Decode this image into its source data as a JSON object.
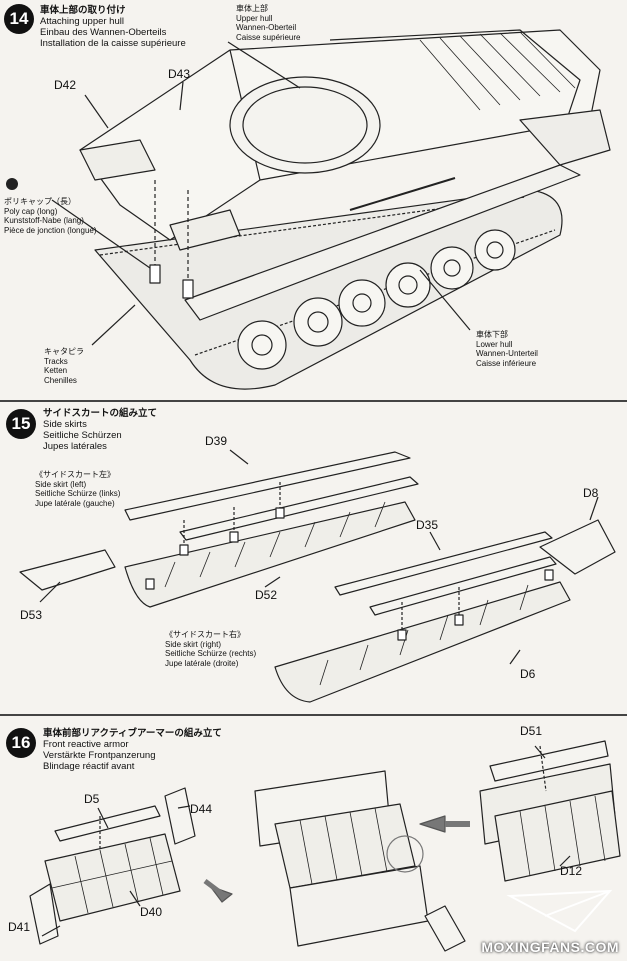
{
  "steps": [
    {
      "number": "14",
      "title_ja": "車体上部の取り付け",
      "title_en": "Attaching upper hull",
      "title_de": "Einbau des Wannen-Oberteils",
      "title_fr": "Installation de la caisse supérieure",
      "part_labels": [
        "D42",
        "D43"
      ],
      "upper_hull": {
        "ja": "車体上部",
        "en": "Upper hull",
        "de": "Wannen-Oberteil",
        "fr": "Caisse supérieure"
      },
      "poly_cap": {
        "ja": "ポリキャップ（長）",
        "en": "Poly cap (long)",
        "de": "Kunststoff-Nabe (lang)",
        "fr": "Pièce de jonction (longue)"
      },
      "tracks": {
        "ja": "キャタピラ",
        "en": "Tracks",
        "de": "Ketten",
        "fr": "Chenilles"
      },
      "lower_hull": {
        "ja": "車体下部",
        "en": "Lower hull",
        "de": "Wannen-Unterteil",
        "fr": "Caisse inférieure"
      }
    },
    {
      "number": "15",
      "title_ja": "サイドスカートの組み立て",
      "title_en": "Side skirts",
      "title_de": "Seitliche Schürzen",
      "title_fr": "Jupes latérales",
      "left_skirt": {
        "ja": "《サイドスカート左》",
        "en": "Side skirt (left)",
        "de": "Seitliche Schürze (links)",
        "fr": "Jupe latérale (gauche)"
      },
      "right_skirt": {
        "ja": "《サイドスカート右》",
        "en": "Side skirt (right)",
        "de": "Seitliche Schürze (rechts)",
        "fr": "Jupe latérale (droite)"
      },
      "part_labels": [
        "D39",
        "D8",
        "D35",
        "D53",
        "D52",
        "D6"
      ]
    },
    {
      "number": "16",
      "title_ja": "車体前部リアクティブアーマーの組み立て",
      "title_en": "Front reactive armor",
      "title_de": "Verstärkte Frontpanzerung",
      "title_fr": "Blindage réactif avant",
      "part_labels": [
        "D5",
        "D44",
        "D40",
        "D41",
        "D51",
        "D12"
      ]
    }
  ],
  "watermark": "MOXINGFANS.COM",
  "colors": {
    "ink": "#111111",
    "paper": "#f5f3ef",
    "badge": "#111111"
  }
}
